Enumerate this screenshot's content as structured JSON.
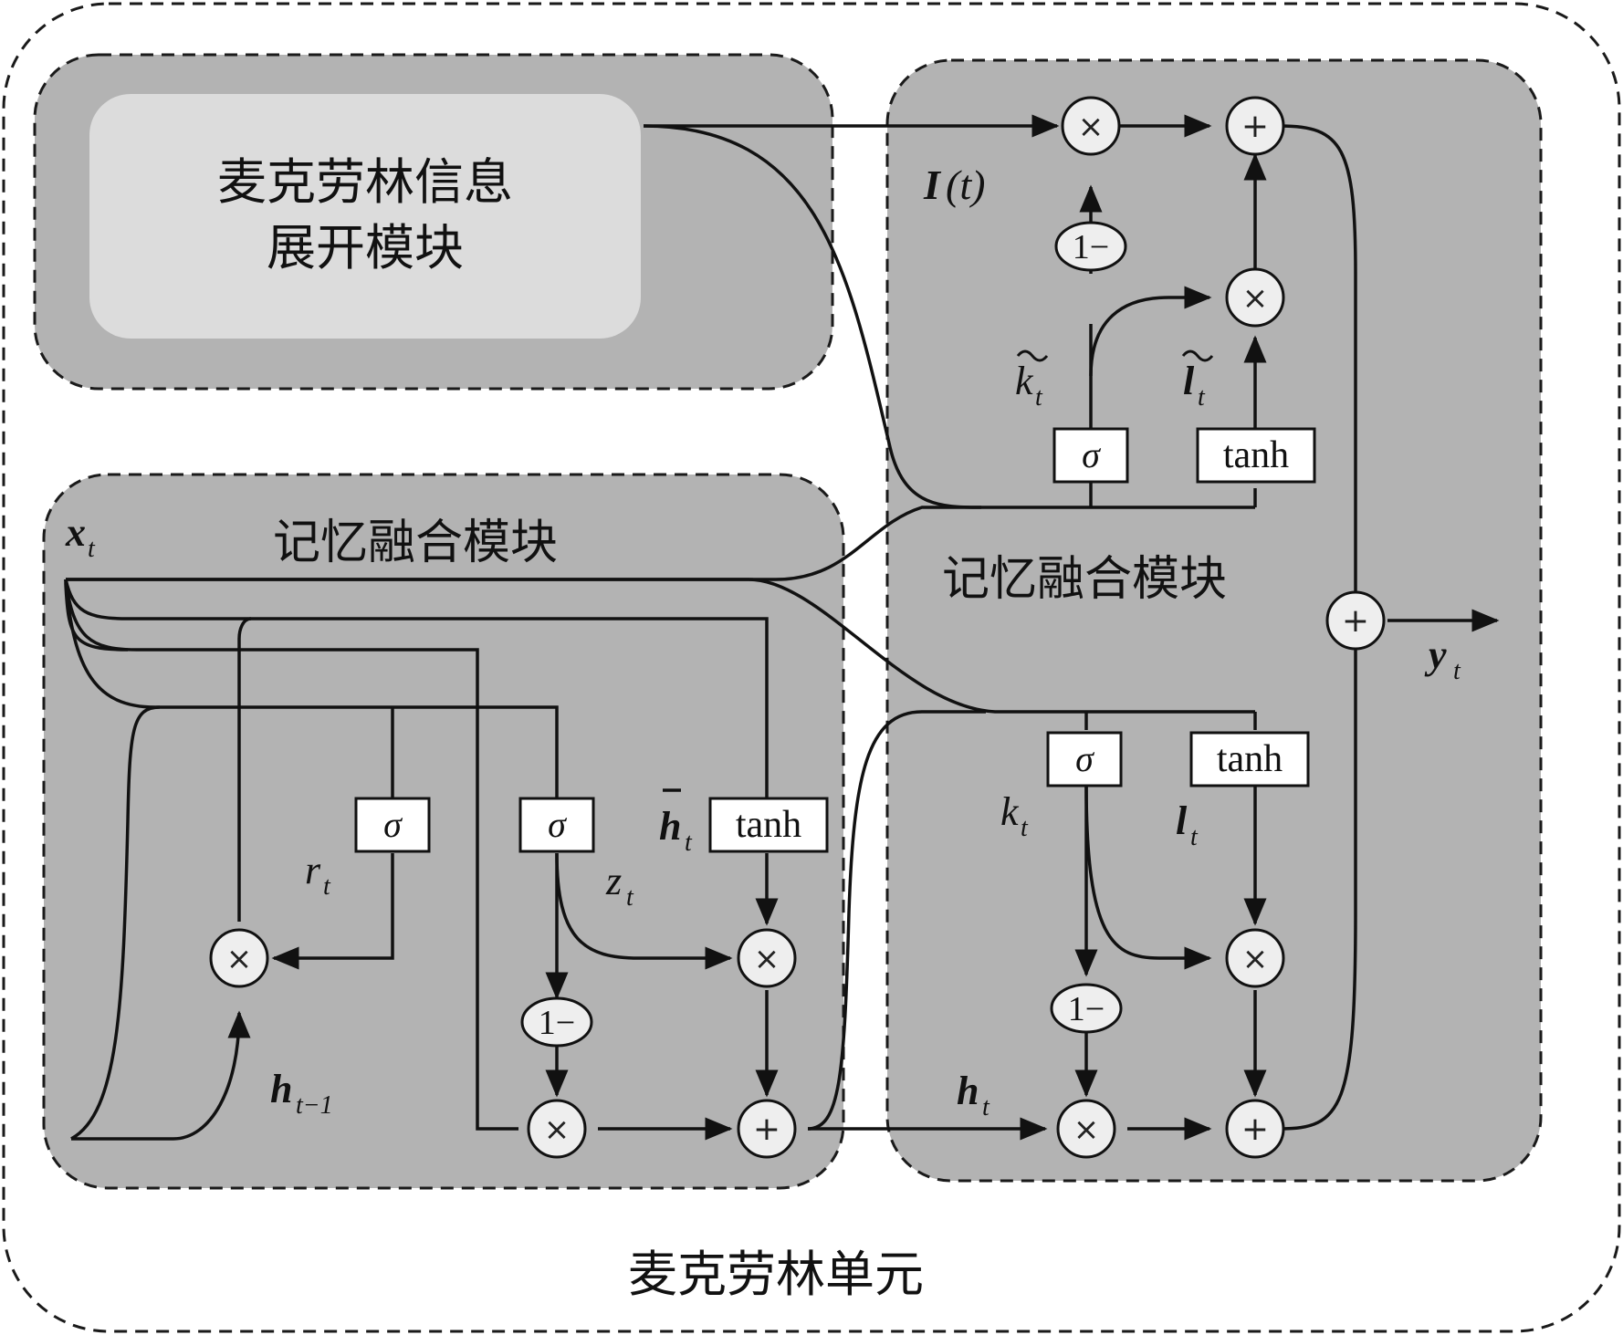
{
  "titles": {
    "expand_module": [
      "麦克劳林信息",
      "展开模块"
    ],
    "memory_module_left": "记忆融合模块",
    "memory_module_right": "记忆融合模块",
    "cell": "麦克劳林单元"
  },
  "labels": {
    "x_t": "x",
    "y_t": "y",
    "h_t": "h",
    "h_t1": "h",
    "h_bar": "h",
    "r_t": "r",
    "z_t": "z",
    "k_t": "k",
    "l_t": "l",
    "k_tilde": "k",
    "l_tilde": "l",
    "I_t_name": "I",
    "I_t_arg": "(t)",
    "sub_t": "t",
    "sub_t1": "t−1"
  },
  "gates": {
    "sigma": "σ",
    "tanh": "tanh",
    "one_minus": "1−"
  },
  "ops": {
    "mul": "×",
    "add": "+"
  }
}
